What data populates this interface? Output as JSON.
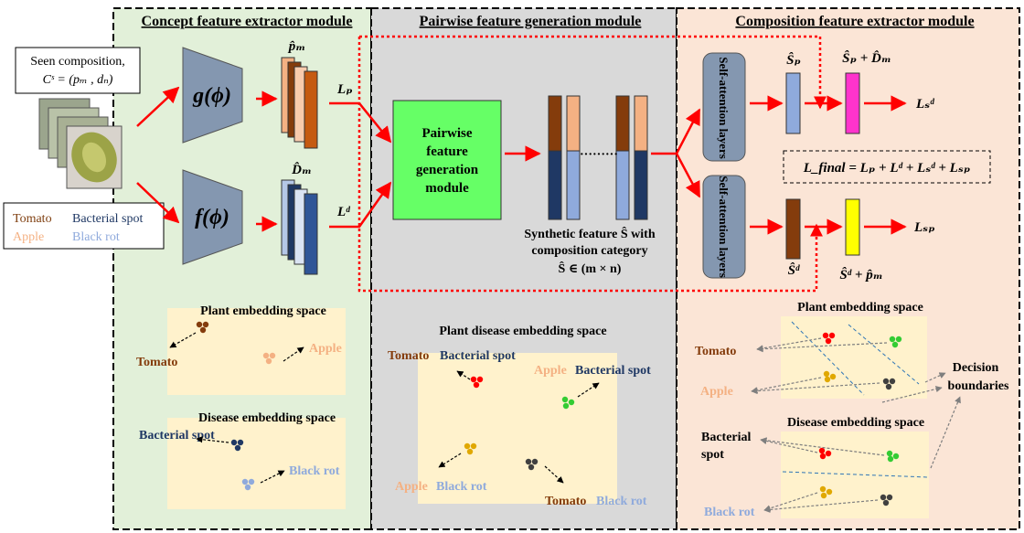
{
  "modules": {
    "concept": {
      "title": "Concept feature extractor module"
    },
    "pairwise": {
      "title": "Pairwise feature generation module"
    },
    "composition": {
      "title": "Composition feature extractor module"
    }
  },
  "seen_box": {
    "line1": "Seen composition,",
    "line2": "Cˢ = (pₘ ,  dₙ)"
  },
  "legend": {
    "tomato": "Tomato",
    "apple": "Apple",
    "bacterial": "Bacterial spot",
    "blackrot": "Black rot"
  },
  "extractors": {
    "g": "g(ϕ)",
    "f": "f(ϕ)"
  },
  "features": {
    "pm_hat": "p̂ₘ",
    "dm_hat": "D̂ₘ",
    "lp": "Lₚ",
    "ld": "Lᵈ"
  },
  "pairwise_box": {
    "line1": "Pairwise",
    "line2": "feature",
    "line3": "generation",
    "line4": "module"
  },
  "synthetic": {
    "line1": "Synthetic feature Ŝ with",
    "line2": "composition category",
    "line3": "Ŝ ∈ (m × n)",
    "dots": "·········"
  },
  "attention": {
    "top": "Self-attention layers",
    "bottom": "Self-attention layers"
  },
  "comp_labels": {
    "sp_hat": "Ŝₚ",
    "sp_plus_dm": "Ŝₚ + D̂ₘ",
    "l_sd": "Lₛᵈ",
    "sd_hat": "Ŝᵈ",
    "sd_plus_pm": "Ŝᵈ + p̂ₘ",
    "l_sp": "Lₛₚ",
    "l_final": "L_final = Lₚ + Lᵈ + Lₛᵈ + Lₛₚ"
  },
  "embeddings": {
    "plant": "Plant embedding space",
    "disease": "Disease embedding space",
    "plant_disease": "Plant disease embedding space",
    "plant_right": "Plant embedding space",
    "disease_right": "Disease embedding space",
    "decision": "Decision boundaries",
    "tomato": "Tomato",
    "apple": "Apple",
    "bacterial": "Bacterial spot",
    "blackrot": "Black rot",
    "tb_tomato": "Tomato",
    "tb_bact": "Bacterial spot",
    "ab_apple": "Apple",
    "ab_bact": "Bacterial spot",
    "ar_apple": "Apple",
    "ar_black": "Black rot",
    "tr_tomato": "Tomato",
    "tr_black": "Black rot",
    "r_tomato": "Tomato",
    "r_apple": "Apple",
    "r_bact1": "Bacterial",
    "r_bact2": "spot",
    "r_black": "Black rot"
  },
  "colors": {
    "concept_bg": "#e2f0d9",
    "pairwise_bg": "#d9d9d9",
    "composition_bg": "#fbe5d6",
    "embed_bg": "#fff2cc",
    "pairwise_box": "#66ff66",
    "extractor": "#8497b0",
    "tomato": "#7f3f10",
    "apple": "#f4b183",
    "bacterial": "#1f3864",
    "blackrot": "#8faadc",
    "arrow": "#ff0000",
    "attention": "#8497b0",
    "magenta": "#ff33cc",
    "yellow": "#ffff00",
    "sp_bar": "#8faadc",
    "sd_bar": "#843c0c"
  }
}
